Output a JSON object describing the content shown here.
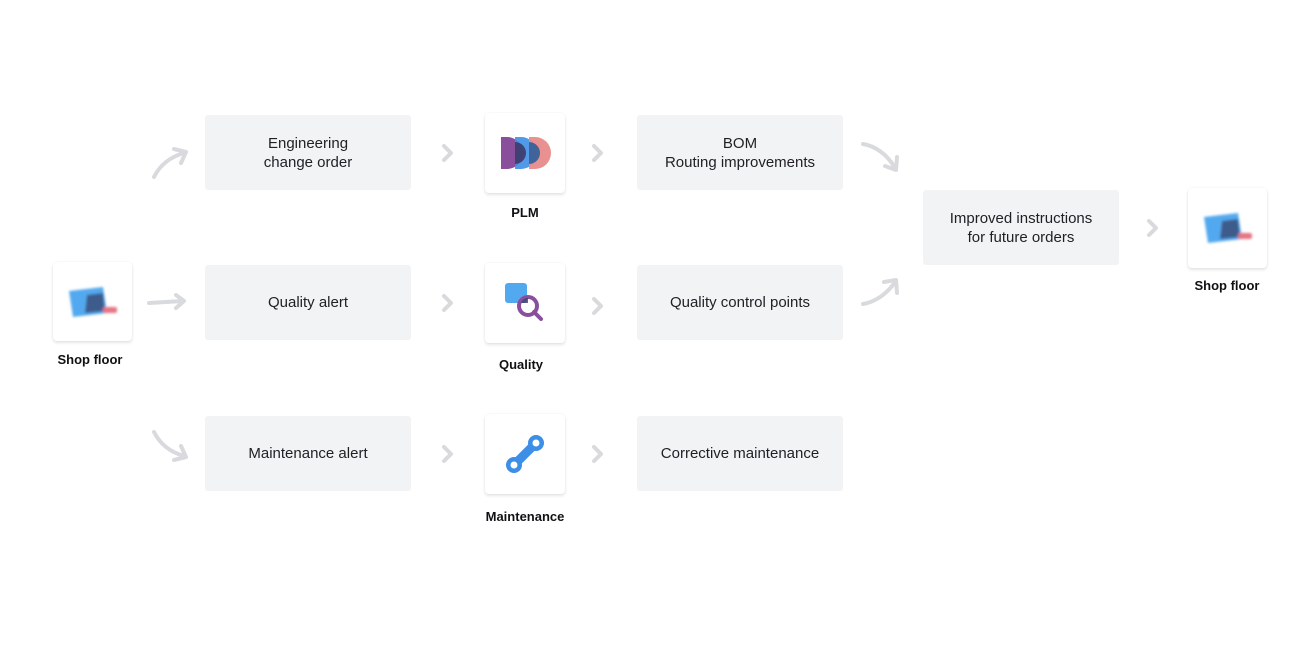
{
  "source": {
    "label": "Shop floor",
    "icon": "shop-floor-icon"
  },
  "target": {
    "label": "Shop floor",
    "icon": "shop-floor-icon"
  },
  "rows": [
    {
      "alert": "Engineering\nchange order",
      "app": {
        "label": "PLM",
        "icon": "plm-icon"
      },
      "outcome": "BOM\nRouting improvements"
    },
    {
      "alert": "Quality alert",
      "app": {
        "label": "Quality",
        "icon": "quality-icon"
      },
      "outcome": "Quality control points"
    },
    {
      "alert": "Maintenance alert",
      "app": {
        "label": "Maintenance",
        "icon": "maintenance-icon"
      },
      "outcome": "Corrective maintenance"
    }
  ],
  "merge": {
    "label": "Improved instructions\nfor future orders"
  },
  "colors": {
    "box": "#f2f3f5",
    "arrow": "#d9dadd",
    "accent_blue": "#3d8fe6",
    "accent_purple": "#8a4f9c",
    "accent_red": "#e06a6a"
  }
}
